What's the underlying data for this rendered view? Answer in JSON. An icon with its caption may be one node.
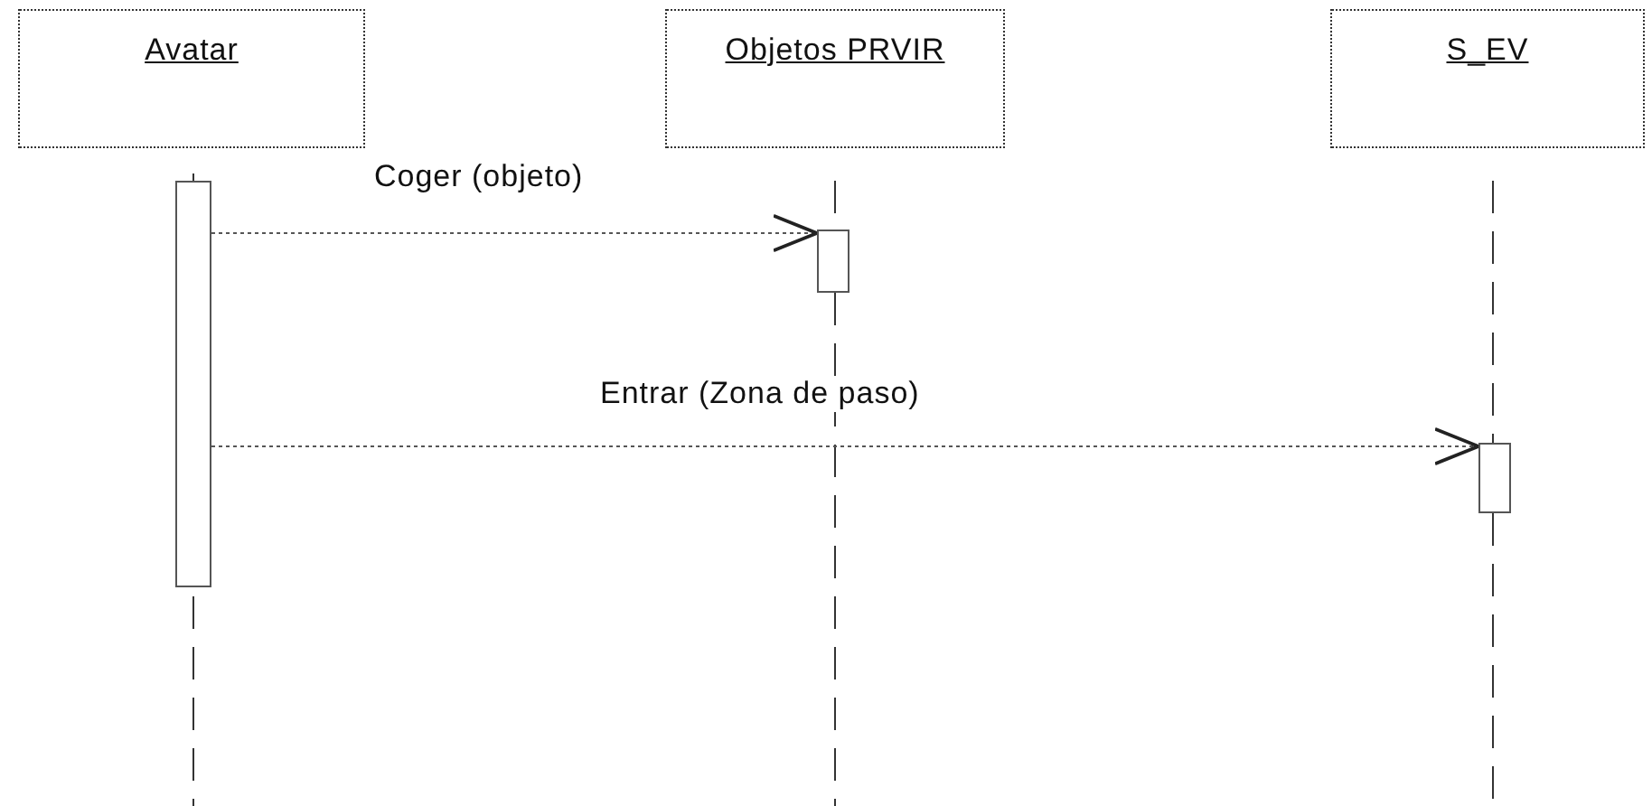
{
  "diagram": {
    "nodes": [
      {
        "text": [
          "Avatar"
        ]
      },
      {
        "text": [
          "Objetos PRVIR"
        ]
      },
      {
        "text": [
          "S_EV"
        ]
      },
      {
        "text": [],
        "shape": "bar"
      },
      {
        "text": [],
        "shape": "bar"
      },
      {
        "text": [],
        "shape": "bar"
      }
    ],
    "edges": [
      {
        "from": 3,
        "to": 4,
        "arrow": "to",
        "label": "Coger (objeto)",
        "style": "dashed"
      },
      {
        "from": 3,
        "to": 5,
        "arrow": "to",
        "label": "Entrar (Zona de paso)",
        "style": "dashed"
      }
    ]
  }
}
